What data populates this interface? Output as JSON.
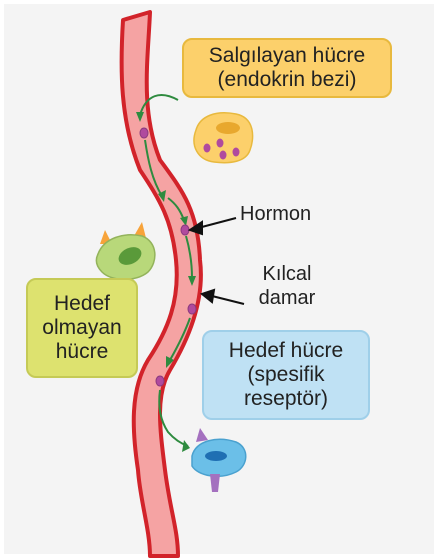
{
  "labels": {
    "secreting_cell": [
      "Salgılayan hücre",
      "(endokrin bezi)"
    ],
    "hormone": "Hormon",
    "capillary": [
      "Kılcal",
      "damar"
    ],
    "non_target_cell": [
      "Hedef",
      "olmayan",
      "hücre"
    ],
    "target_cell": [
      "Hedef hücre",
      "(spesifik",
      "reseptör)"
    ]
  },
  "colors": {
    "vessel_fill": "#f5a3a3",
    "vessel_outline": "#d2232a",
    "hormone": "#b04a9e",
    "flow_arrow": "#2e8b3f",
    "secreting_box": "#fcd06b",
    "non_target_box": "#dde26f",
    "target_box": "#bfe1f4"
  }
}
